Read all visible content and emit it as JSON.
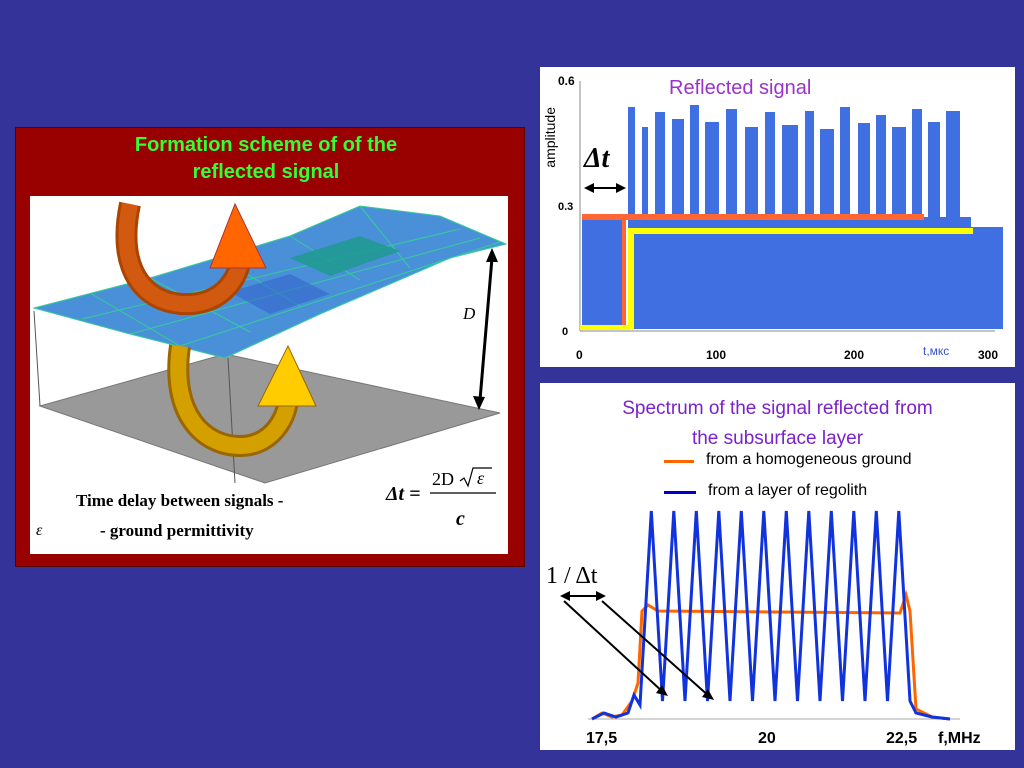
{
  "left": {
    "title_line1": "Formation scheme of of the",
    "title_line2": "reflected signal",
    "d_label": "D",
    "time_delay": "Time delay between signals -",
    "epsilon": "ε",
    "permittivity": "- ground permittivity",
    "formula": {
      "lhs": "Δt =",
      "numerator_2D": "2D",
      "numerator_eps": "ε",
      "denominator": "c"
    }
  },
  "reflected": {
    "title": "Reflected signal",
    "y_label": "amplitude",
    "delta_t": "Δt",
    "y_ticks": [
      "0.6",
      "0.3",
      "0"
    ],
    "x_ticks": [
      "0",
      "100",
      "200",
      "300"
    ],
    "x_unit": "t,мкс"
  },
  "spectrum": {
    "title_line1": "Spectrum of the signal reflected from",
    "title_line2": "the subsurface layer",
    "legend": [
      {
        "label": "from a homogeneous ground",
        "color": "#ff6600"
      },
      {
        "label": "from a layer of regolith",
        "color": "#0000cc"
      }
    ],
    "inv_delta": "1 / Δt",
    "x_ticks": [
      "17,5",
      "20",
      "22,5"
    ],
    "x_unit": "f,MHz"
  },
  "colors": {
    "background": "#333399",
    "panel_red": "#990000",
    "title_green": "#33ff33"
  }
}
